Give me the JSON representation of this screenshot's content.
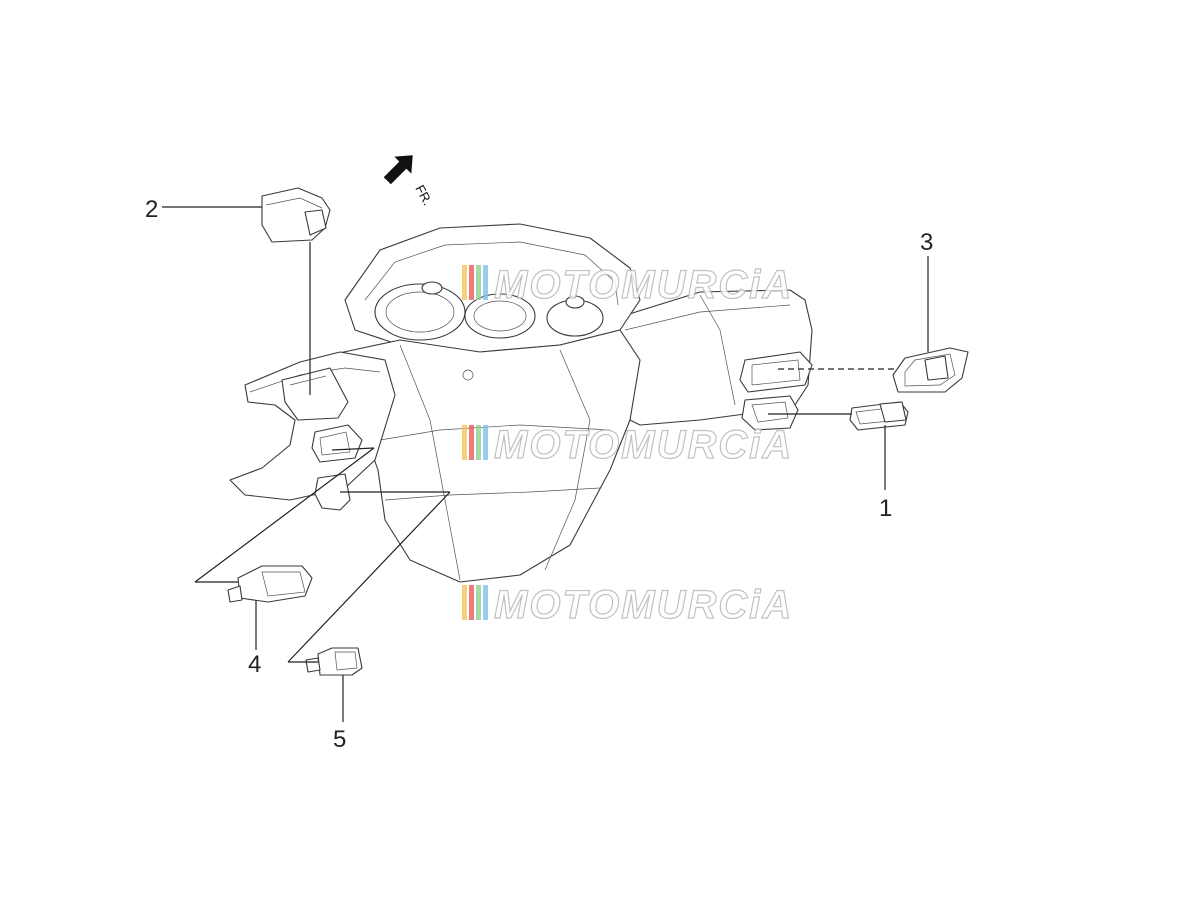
{
  "callouts": [
    {
      "id": "1",
      "label": "1"
    },
    {
      "id": "2",
      "label": "2"
    },
    {
      "id": "3",
      "label": "3"
    },
    {
      "id": "4",
      "label": "4"
    },
    {
      "id": "5",
      "label": "5"
    }
  ],
  "direction": {
    "label": "FR.",
    "icon": "front-direction-arrow-icon"
  },
  "watermark": {
    "text": "MOTOMURCiA",
    "stripe_colors": [
      "#f4c45a",
      "#e85a5a",
      "#8fd08f",
      "#7ac0e8"
    ]
  },
  "colors": {
    "outline": "#3a3a3a",
    "background": "#ffffff"
  }
}
